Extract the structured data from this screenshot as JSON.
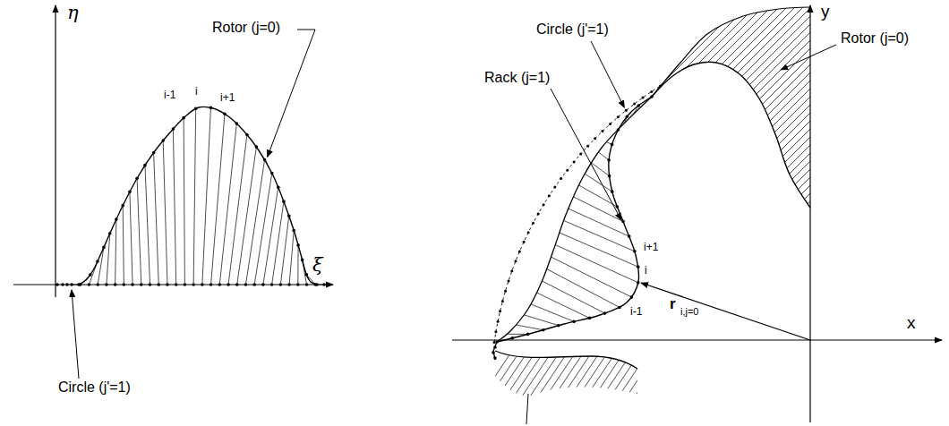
{
  "diagram": {
    "labels": [
      "η",
      "Rotor (j=0)",
      "i-1",
      "i",
      "i+1",
      "ξ",
      "Circle (j'=1)",
      "Circle (j'=1)",
      "y",
      "Rotor (j=0)",
      "Rack (j=1)",
      "i+1",
      "i",
      "i-1",
      "r",
      "i,j=0",
      "x"
    ]
  }
}
